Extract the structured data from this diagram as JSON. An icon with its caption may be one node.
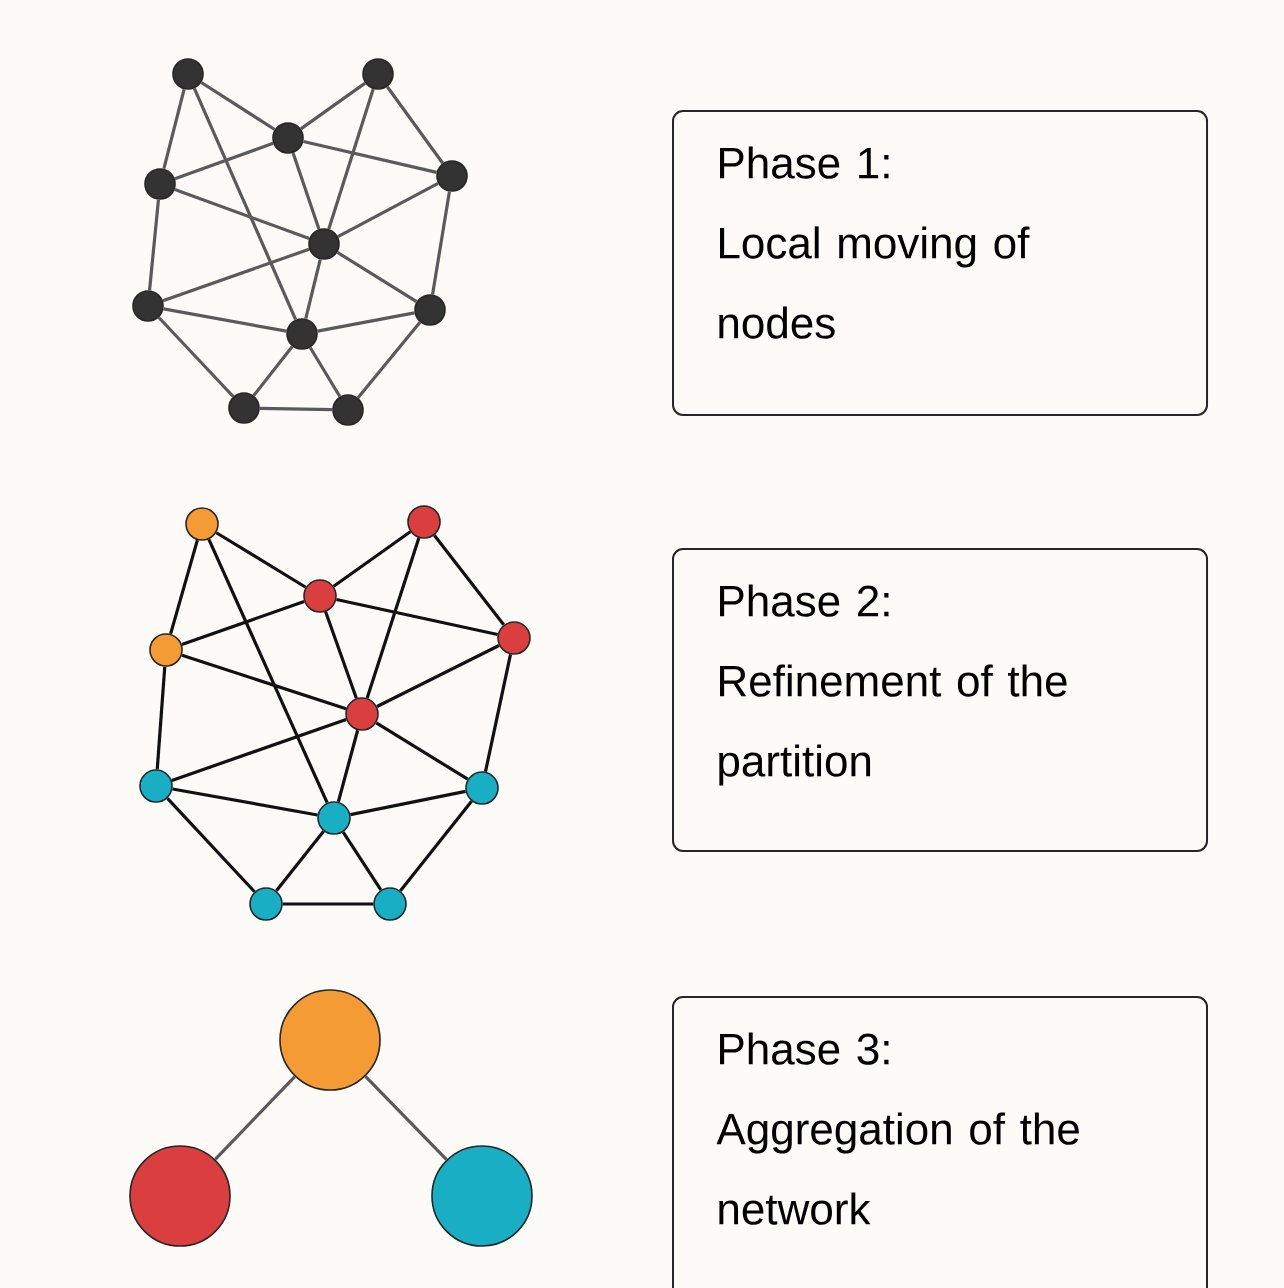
{
  "diagram": {
    "nodes": [
      {
        "text": [],
        "shape": "circle"
      },
      {
        "text": [],
        "shape": "circle"
      },
      {
        "text": [],
        "shape": "circle"
      },
      {
        "text": [],
        "shape": "circle"
      },
      {
        "text": [],
        "shape": "circle"
      },
      {
        "text": [],
        "shape": "circle"
      },
      {
        "text": [],
        "shape": "circle"
      },
      {
        "text": [],
        "shape": "circle"
      },
      {
        "text": [],
        "shape": "circle"
      },
      {
        "text": [],
        "shape": "circle"
      },
      {
        "text": [],
        "shape": "circle"
      },
      {
        "text": [
          "Phase 1:",
          "Local moving of nodes"
        ]
      },
      {
        "text": [],
        "shape": "circle"
      },
      {
        "text": [],
        "shape": "circle"
      },
      {
        "text": [],
        "shape": "circle"
      },
      {
        "text": [],
        "shape": "circle"
      },
      {
        "text": [],
        "shape": "circle"
      },
      {
        "text": [],
        "shape": "circle"
      },
      {
        "text": [],
        "shape": "circle"
      },
      {
        "text": [],
        "shape": "circle"
      },
      {
        "text": [],
        "shape": "circle"
      },
      {
        "text": [],
        "shape": "circle"
      },
      {
        "text": [],
        "shape": "circle"
      },
      {
        "text": [
          "Phase 2:",
          "Refinement of the partition"
        ]
      },
      {
        "text": [],
        "shape": "circle"
      },
      {
        "text": [],
        "shape": "circle"
      },
      {
        "text": [],
        "shape": "circle"
      },
      {
        "text": [
          "Phase 3:",
          "Aggregation of the network"
        ]
      }
    ],
    "edges": [
      {
        "from": 0,
        "to": 2,
        "arrow": "none"
      },
      {
        "from": 0,
        "to": 3,
        "arrow": "none"
      },
      {
        "from": 0,
        "to": 8,
        "arrow": "none"
      },
      {
        "from": 1,
        "to": 2,
        "arrow": "none"
      },
      {
        "from": 1,
        "to": 4,
        "arrow": "none"
      },
      {
        "from": 1,
        "to": 5,
        "arrow": "none"
      },
      {
        "from": 2,
        "to": 3,
        "arrow": "none"
      },
      {
        "from": 2,
        "to": 4,
        "arrow": "none"
      },
      {
        "from": 2,
        "to": 5,
        "arrow": "none"
      },
      {
        "from": 3,
        "to": 5,
        "arrow": "none"
      },
      {
        "from": 3,
        "to": 6,
        "arrow": "none"
      },
      {
        "from": 4,
        "to": 5,
        "arrow": "none"
      },
      {
        "from": 4,
        "to": 7,
        "arrow": "none"
      },
      {
        "from": 5,
        "to": 6,
        "arrow": "none"
      },
      {
        "from": 5,
        "to": 8,
        "arrow": "none"
      },
      {
        "from": 5,
        "to": 7,
        "arrow": "none"
      },
      {
        "from": 6,
        "to": 8,
        "arrow": "none"
      },
      {
        "from": 6,
        "to": 9,
        "arrow": "none"
      },
      {
        "from": 7,
        "to": 8,
        "arrow": "none"
      },
      {
        "from": 7,
        "to": 10,
        "arrow": "none"
      },
      {
        "from": 8,
        "to": 9,
        "arrow": "none"
      },
      {
        "from": 8,
        "to": 10,
        "arrow": "none"
      },
      {
        "from": 9,
        "to": 10,
        "arrow": "none"
      },
      {
        "from": 12,
        "to": 14,
        "arrow": "none",
        "color": "#111111"
      },
      {
        "from": 12,
        "to": 15,
        "arrow": "none",
        "color": "#111111"
      },
      {
        "from": 12,
        "to": 20,
        "arrow": "none",
        "color": "#111111"
      },
      {
        "from": 13,
        "to": 14,
        "arrow": "none",
        "color": "#111111"
      },
      {
        "from": 13,
        "to": 16,
        "arrow": "none",
        "color": "#111111"
      },
      {
        "from": 13,
        "to": 17,
        "arrow": "none",
        "color": "#111111"
      },
      {
        "from": 14,
        "to": 15,
        "arrow": "none",
        "color": "#111111"
      },
      {
        "from": 14,
        "to": 16,
        "arrow": "none",
        "color": "#111111"
      },
      {
        "from": 14,
        "to": 17,
        "arrow": "none",
        "color": "#111111"
      },
      {
        "from": 15,
        "to": 17,
        "arrow": "none",
        "color": "#111111"
      },
      {
        "from": 15,
        "to": 18,
        "arrow": "none",
        "color": "#111111"
      },
      {
        "from": 16,
        "to": 17,
        "arrow": "none",
        "color": "#111111"
      },
      {
        "from": 16,
        "to": 19,
        "arrow": "none",
        "color": "#111111"
      },
      {
        "from": 17,
        "to": 18,
        "arrow": "none",
        "color": "#111111"
      },
      {
        "from": 17,
        "to": 20,
        "arrow": "none",
        "color": "#111111"
      },
      {
        "from": 17,
        "to": 19,
        "arrow": "none",
        "color": "#111111"
      },
      {
        "from": 18,
        "to": 20,
        "arrow": "none",
        "color": "#111111"
      },
      {
        "from": 18,
        "to": 21,
        "arrow": "none",
        "color": "#111111"
      },
      {
        "from": 19,
        "to": 20,
        "arrow": "none",
        "color": "#111111"
      },
      {
        "from": 19,
        "to": 22,
        "arrow": "none",
        "color": "#111111"
      },
      {
        "from": 20,
        "to": 21,
        "arrow": "none",
        "color": "#111111"
      },
      {
        "from": 20,
        "to": 22,
        "arrow": "none",
        "color": "#111111"
      },
      {
        "from": 21,
        "to": 22,
        "arrow": "none",
        "color": "#111111"
      },
      {
        "from": 24,
        "to": 25,
        "arrow": "none"
      },
      {
        "from": 24,
        "to": 26,
        "arrow": "none"
      }
    ]
  }
}
